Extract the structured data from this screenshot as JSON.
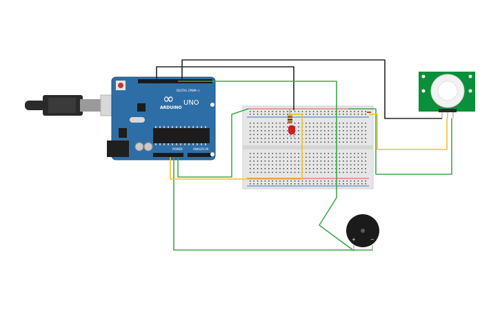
{
  "arduino": {
    "brand": "ARDUINO",
    "model": "UNO",
    "digital_label": "DIGITAL (PWM~)",
    "power_label": "POWER",
    "analog_label": "ANALOG IN",
    "board_color": "#2e6ea6",
    "logo_symbol": "∞"
  },
  "pir_sensor": {
    "board_color": "#0a8f3a",
    "dome_color": "#f2f2f2"
  },
  "breadboard": {
    "color": "#e6e6e6",
    "rail_red": "#d9534f",
    "rail_blue": "#3a6fc4"
  },
  "led": {
    "color": "#cc1f1f"
  },
  "resistor": {
    "color": "#c9a36b"
  },
  "buzzer": {
    "color": "#1b1b1b",
    "plus_label": "+",
    "minus_label": "−"
  },
  "usb_cable": {
    "color": "#2a2a2a"
  },
  "wire_colors": {
    "black": "#222222",
    "green": "#3aa84a",
    "yellow": "#f2c21b",
    "red": "#d13b2b"
  }
}
